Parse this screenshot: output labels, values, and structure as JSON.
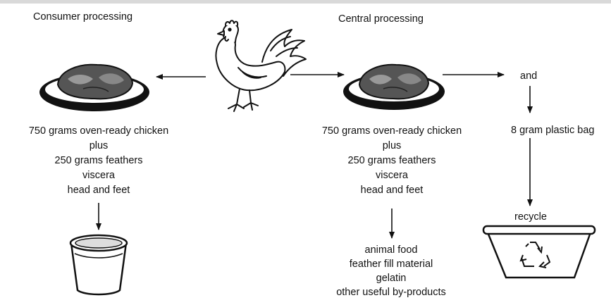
{
  "consumer": {
    "heading": "Consumer processing",
    "lines": [
      "750 grams oven-ready chicken",
      "plus",
      "250 grams feathers",
      "viscera",
      "head and feet"
    ]
  },
  "central": {
    "heading": "Central processing",
    "lines": [
      "750 grams oven-ready chicken",
      "plus",
      "250 grams feathers",
      "viscera",
      "head and feet"
    ],
    "byproducts": [
      "animal food",
      "feather fill material",
      "gelatin",
      "other useful by-products"
    ]
  },
  "packaging": {
    "and_label": "and",
    "bag_label": "8 gram plastic bag",
    "recycle_label": "recycle"
  },
  "icons": [
    "chicken-icon",
    "roast-chicken-icon",
    "waste-bin-icon",
    "recycle-bin-icon",
    "recycle-symbol-icon"
  ]
}
